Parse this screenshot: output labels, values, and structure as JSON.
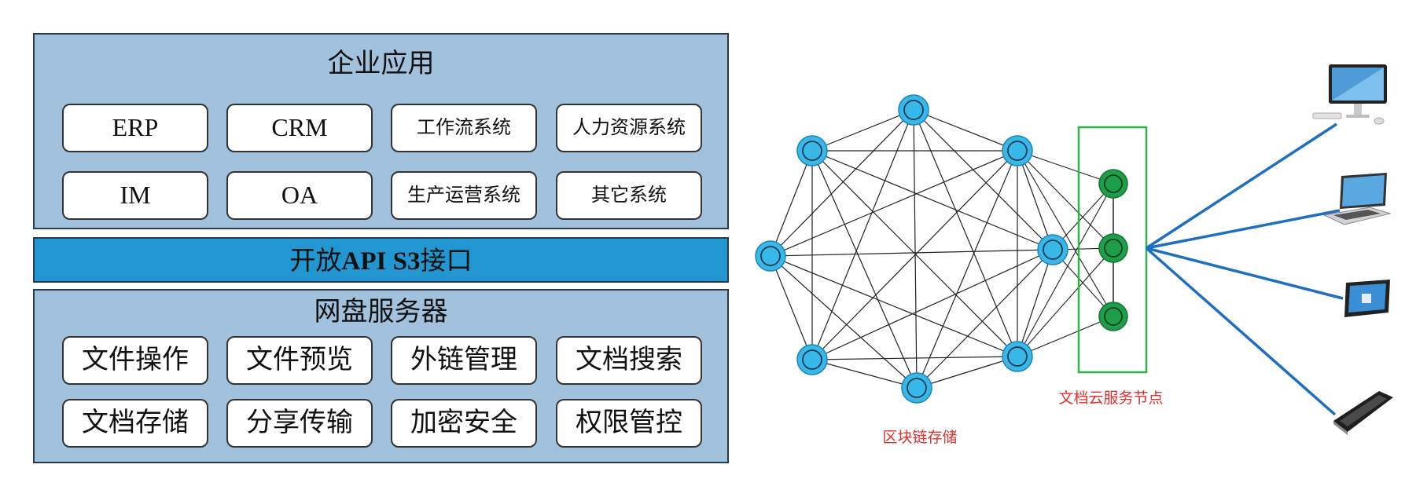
{
  "architecture": {
    "apps": {
      "title": "企业应用",
      "items": [
        "ERP",
        "CRM",
        "工作流系统",
        "人力资源系统",
        "IM",
        "OA",
        "生产运营系统",
        "其它系统"
      ]
    },
    "api": {
      "title_prefix": "开放",
      "title_bold": "API S3",
      "title_suffix": "接口"
    },
    "server": {
      "title": "网盘服务器",
      "items": [
        "文件操作",
        "文件预览",
        "外链管理",
        "文档搜索",
        "文档存储",
        "分享传输",
        "加密安全",
        "权限管控"
      ]
    },
    "colors": {
      "panel": "#a2c1dd",
      "api_band": "#2196d0",
      "box": "#ffffff"
    }
  },
  "network": {
    "blockchain_label": "区块链存储",
    "cloud_label": "文档云服务节点",
    "devices": [
      "desktop-monitor-icon",
      "laptop-icon",
      "tablet-icon",
      "smartphone-icon"
    ],
    "colors": {
      "blockchain_node": "#37b8e8",
      "cloud_node": "#1f9e4a",
      "cloud_frame": "#32b24a",
      "link": "#1e6fc0",
      "label": "#e0302e"
    }
  }
}
